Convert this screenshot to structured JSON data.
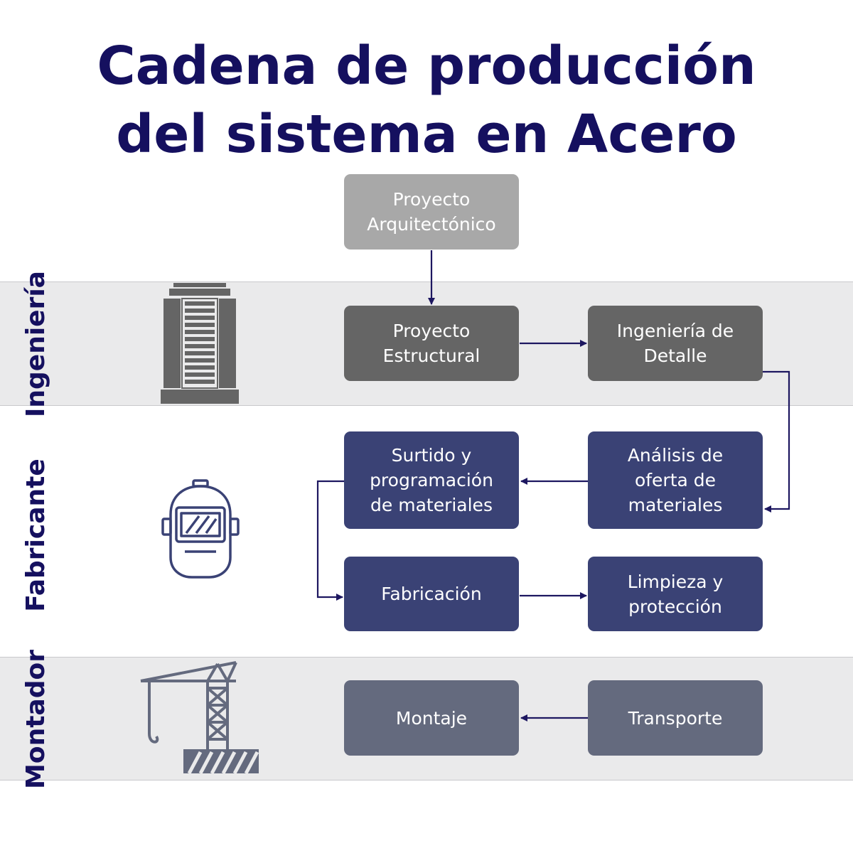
{
  "title": {
    "line1": "Cadena de producción",
    "line2": "del sistema en Acero"
  },
  "lanes": [
    {
      "label": "Ingeniería",
      "icon": "building-icon"
    },
    {
      "label": "Fabricante",
      "icon": "welding-helmet-icon"
    },
    {
      "label": "Montador",
      "icon": "crane-icon"
    }
  ],
  "steps": {
    "arquitectonico": "Proyecto\nArquitectónico",
    "estructural": "Proyecto\nEstructural",
    "detalle": "Ingeniería de\nDetalle",
    "analisis": "Análisis de\noferta de\nmateriales",
    "surtido": "Surtido y\nprogramación\nde materiales",
    "fabricacion": "Fabricación",
    "limpieza": "Limpieza y\nprotección",
    "transporte": "Transporte",
    "montaje": "Montaje"
  },
  "colors": {
    "title": "#15105f",
    "arrow": "#1d1760",
    "arquitectonico": "#a8a8a8",
    "ingenieria": "#656565",
    "fabricante": "#3a4275",
    "montador": "#646a7e",
    "band": "#eaeaeb"
  }
}
